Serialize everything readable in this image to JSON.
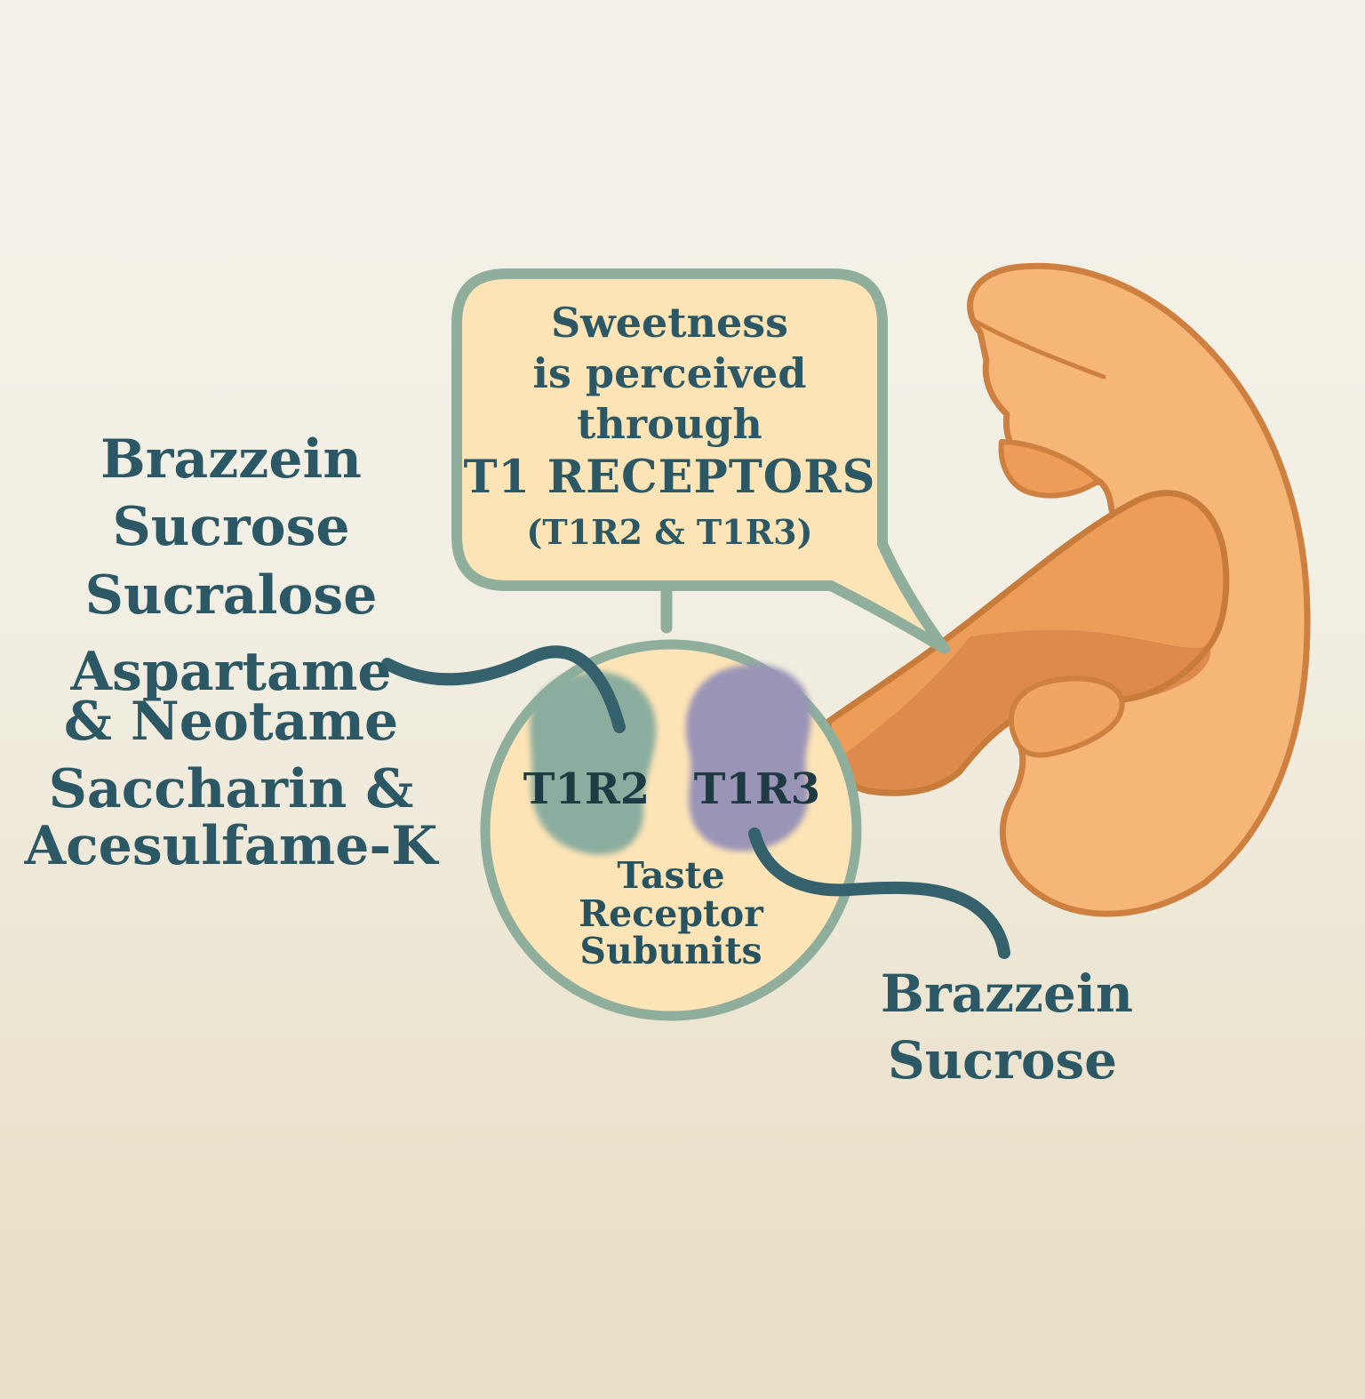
{
  "bubble": {
    "lines": [
      "Sweetness",
      "is perceived",
      "through",
      "T1 RECEPTORS",
      "(T1R2 & T1R3)"
    ]
  },
  "receptor_circle": {
    "left_label": "T1R2",
    "right_label": "T1R3",
    "caption_lines": [
      "Taste",
      "Receptor",
      "Subunits"
    ]
  },
  "left_sweeteners": {
    "lines": [
      "Brazzein",
      "Sucrose",
      "Sucralose",
      "Aspartame",
      "& Neotame",
      "Saccharin &",
      "Acesulfame-K"
    ]
  },
  "right_sweeteners": {
    "lines": [
      "Brazzein",
      "Sucrose"
    ]
  },
  "colors": {
    "background_top": "#F4F1E9",
    "background_bottom": "#E9DFC6",
    "bubble_fill": "#FCE4B6",
    "outline_green": "#8FAE9C",
    "text_teal": "#2B5864",
    "label_dark_teal": "#1E3A42",
    "t1r2_blob": "#8BAD9F",
    "t1r3_blob": "#9A94B7",
    "circle_fill": "#FDE4B6",
    "tongue_light": "#F6B678",
    "tongue_mid": "#EE9D58",
    "tongue_shade": "#DE8A4D",
    "tongue_outline": "#CE8040",
    "connector": "#35616D"
  }
}
